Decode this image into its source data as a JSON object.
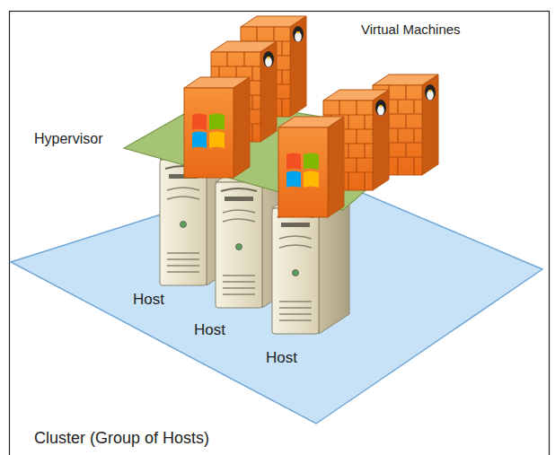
{
  "diagram": {
    "labels": [
      "Virtual Machines",
      "Hypervisor",
      "Host",
      "Host",
      "Host",
      "Cluster (Group of Hosts)"
    ]
  }
}
